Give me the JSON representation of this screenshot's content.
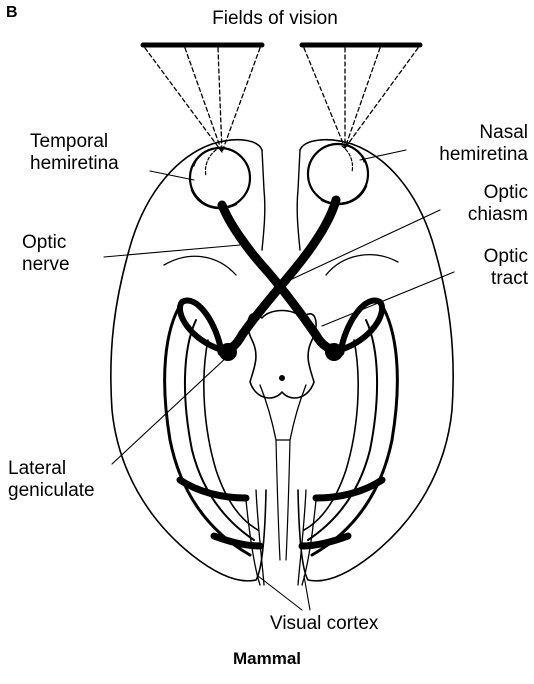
{
  "panel_letter": "B",
  "title": "Fields of vision",
  "labels": {
    "temporal": "Temporal hemiretina",
    "nasal": "Nasal hemiretina",
    "chiasm": "Optic chiasm",
    "nerve": "Optic nerve",
    "tract": "Optic tract",
    "lgn": "Lateral geniculate",
    "cortex": "Visual cortex"
  },
  "caption": "Mammal"
}
